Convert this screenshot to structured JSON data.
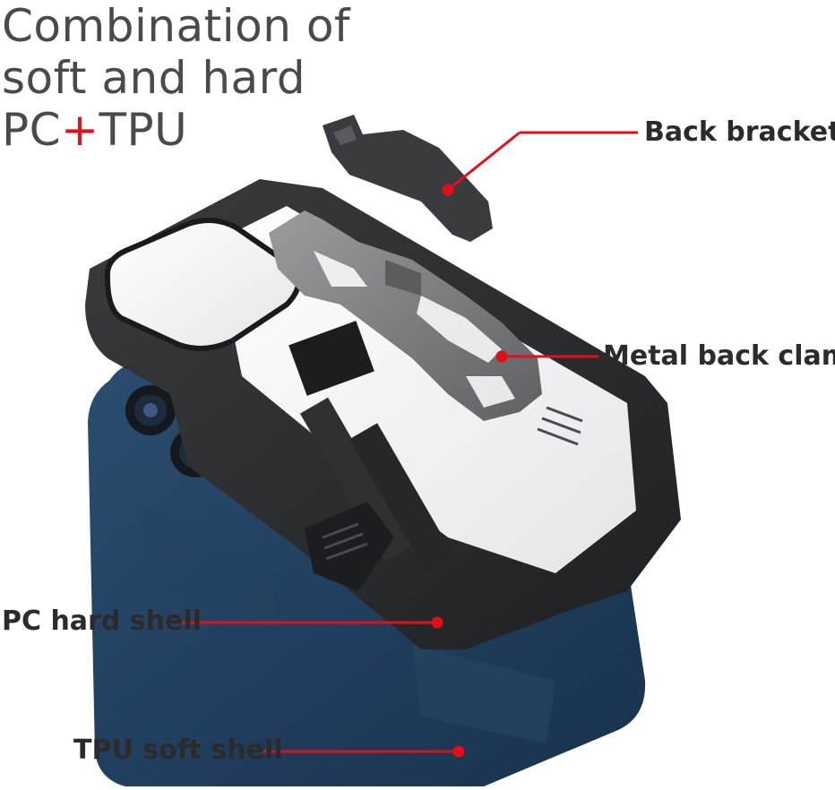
{
  "headline": {
    "line1": "Combination of",
    "line2": "soft and hard",
    "pc": "PC",
    "plus": "+",
    "tpu": "TPU"
  },
  "callouts": {
    "back_bracket": "Back bracket",
    "metal_back_clamp": "Metal back clamp",
    "pc_hard_shell": "PC hard shell",
    "tpu_soft_shell": "TPU soft shell"
  },
  "colors": {
    "accent_red": "#e0101a",
    "tpu_shell_blue": "#1f3d5c",
    "pc_shell_black": "#2a2b2e",
    "clamp_gray": "#7a7c80"
  }
}
